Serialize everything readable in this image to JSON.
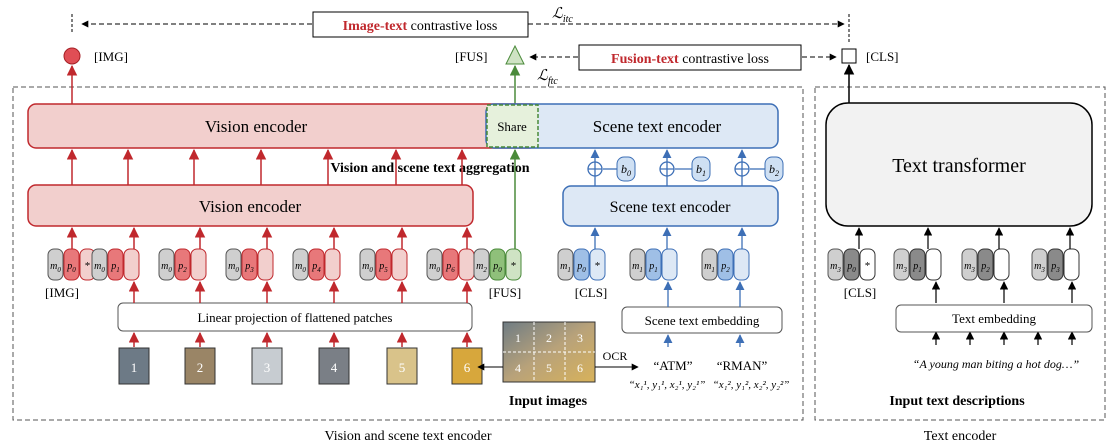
{
  "losses": {
    "itc_strong": "Image-text",
    "itc_rest": " contrastive loss",
    "itc_symbol": "ℒ",
    "itc_sub": "itc",
    "ftc_strong": "Fusion-text",
    "ftc_rest": " contrastive loss",
    "ftc_symbol": "ℒ",
    "ftc_sub": "ftc"
  },
  "outputs": {
    "img": "[IMG]",
    "fus": "[FUS]",
    "cls": "[CLS]"
  },
  "vision_encoder_top": "Vision encoder",
  "share": "Share",
  "scene_text_encoder_top": "Scene text encoder",
  "aggregation": "Vision and scene text aggregation",
  "vision_encoder_bottom": "Vision encoder",
  "scene_text_encoder_bottom": "Scene text encoder",
  "biases": [
    "b",
    "b",
    "b"
  ],
  "bias_subs": [
    "0",
    "1",
    "2"
  ],
  "image_tokens": [
    {
      "m": "m",
      "ms": "0",
      "p": "p",
      "ps": "0",
      "t": "*"
    },
    {
      "m": "m",
      "ms": "0",
      "p": "p",
      "ps": "1",
      "t": ""
    },
    {
      "m": "m",
      "ms": "0",
      "p": "p",
      "ps": "2",
      "t": ""
    },
    {
      "m": "m",
      "ms": "0",
      "p": "p",
      "ps": "3",
      "t": ""
    },
    {
      "m": "m",
      "ms": "0",
      "p": "p",
      "ps": "4",
      "t": ""
    },
    {
      "m": "m",
      "ms": "0",
      "p": "p",
      "ps": "5",
      "t": ""
    },
    {
      "m": "m",
      "ms": "0",
      "p": "p",
      "ps": "6",
      "t": ""
    }
  ],
  "fus_token": {
    "m": "m",
    "ms": "2",
    "p": "p",
    "ps": "0",
    "t": "*"
  },
  "scene_tokens": [
    {
      "m": "m",
      "ms": "1",
      "p": "p",
      "ps": "0",
      "t": "*"
    },
    {
      "m": "m",
      "ms": "1",
      "p": "p",
      "ps": "1",
      "t": ""
    },
    {
      "m": "m",
      "ms": "1",
      "p": "p",
      "ps": "2",
      "t": ""
    }
  ],
  "text_tokens": [
    {
      "m": "m",
      "ms": "3",
      "p": "p",
      "ps": "0",
      "t": "*"
    },
    {
      "m": "m",
      "ms": "3",
      "p": "p",
      "ps": "1",
      "t": ""
    },
    {
      "m": "m",
      "ms": "3",
      "p": "p",
      "ps": "2",
      "t": ""
    },
    {
      "m": "m",
      "ms": "3",
      "p": "p",
      "ps": "3",
      "t": ""
    }
  ],
  "token_labels": {
    "img": "[IMG]",
    "fus": "[FUS]",
    "cls": "[CLS]",
    "cls_text": "[CLS]"
  },
  "linear_projection": "Linear projection of flattened patches",
  "scene_text_embedding": "Scene text embedding",
  "text_embedding": "Text embedding",
  "patch_numbers": [
    "1",
    "2",
    "3",
    "4",
    "5",
    "6"
  ],
  "grid_numbers": [
    "1",
    "2",
    "3",
    "4",
    "5",
    "6"
  ],
  "ocr": "OCR",
  "ocr_words": [
    "“ATM”",
    "“RMAN”"
  ],
  "ocr_boxes": [
    "“x₁¹, y₁¹, x₂¹, y₂¹”",
    "“x₁², y₁², x₂², y₂²”"
  ],
  "input_images": "Input images",
  "text_transformer": "Text transformer",
  "caption": "“A young man biting a hot dog…”",
  "input_text": "Input text descriptions",
  "panel_left": "Vision and scene text encoder",
  "panel_right": "Text encoder",
  "colors": {
    "red": "#c0282d",
    "red_fill": "#ecc4c2",
    "red_box_fill": "#f2cfcd",
    "blue": "#3d6fb6",
    "blue_fill": "#dde8f5",
    "blue_token": "#cfe0f3",
    "green": "#4a8a3a",
    "green_fill": "#cfe3c4",
    "gray_fill": "#f2f2f2",
    "gray_token": "#cfcfcf",
    "dark_gray": "#8a8a8a"
  }
}
